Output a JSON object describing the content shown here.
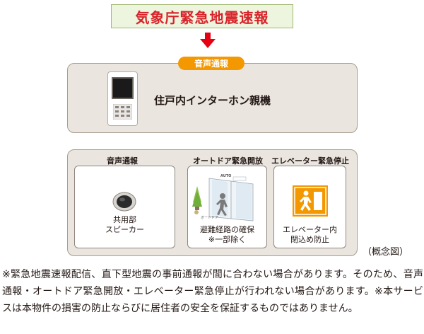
{
  "title": "気象庁緊急地震速報",
  "top_panel": {
    "badge": "音声通報",
    "device_label": "住戸内インターホン親機"
  },
  "bottom_panel": {
    "columns": [
      {
        "header": "音声通報",
        "label_lines": [
          "共用部",
          "スピーカー"
        ]
      },
      {
        "header": "オートドア緊急開放",
        "label_lines": [
          "避難経路の確保",
          "※一部除く"
        ],
        "sign_auto": "AUTO",
        "sign_door": "オートドア"
      },
      {
        "header": "エレベーター緊急停止",
        "label_lines": [
          "エレベーター内",
          "閉込め防止"
        ]
      }
    ]
  },
  "concept_note": "（概念図）",
  "footnote": "※緊急地震速報配信、直下型地震の事前通報が間に合わない場合があります。そのため、音声通報・オートドア緊急開放・エレベーター緊急停止が行われない場合があります。※本サービスは本物件の損害の防止ならびに居住者の安全を保証するものではありません。",
  "colors": {
    "title_red": "#d8232a",
    "arrow_red": "#e60012",
    "badge_orange": "#f39800",
    "panel_bg": "#eae5df",
    "title_bg": "#eef5df"
  }
}
